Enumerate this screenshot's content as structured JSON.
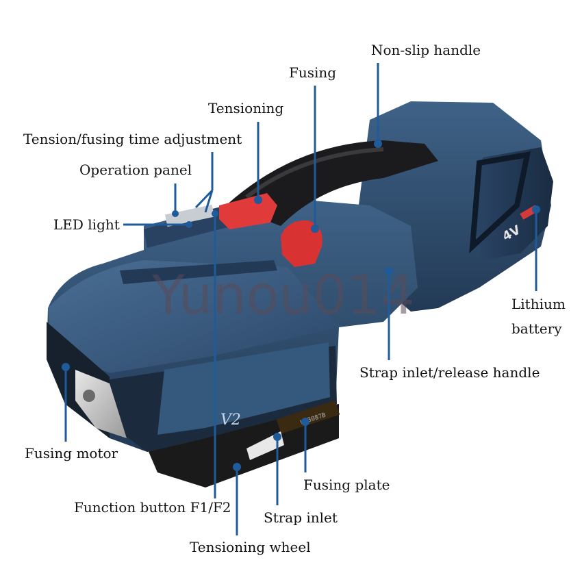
{
  "labels": {
    "non_slip_handle": "Non-slip handle",
    "fusing": "Fusing",
    "tensioning": "Tensioning",
    "tension_fusing_time": "Tension/fusing time adjustment",
    "operation_panel": "Operation panel",
    "led_light": "LED light",
    "lithium_battery_line1": "Lithium",
    "lithium_battery_line2": "battery",
    "strap_inlet_release": "Strap inlet/release handle",
    "fusing_motor": "Fusing motor",
    "fusing_plate": "Fusing plate",
    "function_button": "Function button F1/F2",
    "strap_inlet": "Strap inlet",
    "tensioning_wheel": "Tensioning wheel"
  },
  "product": {
    "model_badge": "V2",
    "battery_voltage": "4V",
    "watermark_text": "Yunou014"
  },
  "colors": {
    "body": "#2f4d6e",
    "body_dark": "#1d3147",
    "handle_black": "#1b1b1d",
    "button_red": "#e03a3a",
    "leader": "#1f5a9a"
  }
}
